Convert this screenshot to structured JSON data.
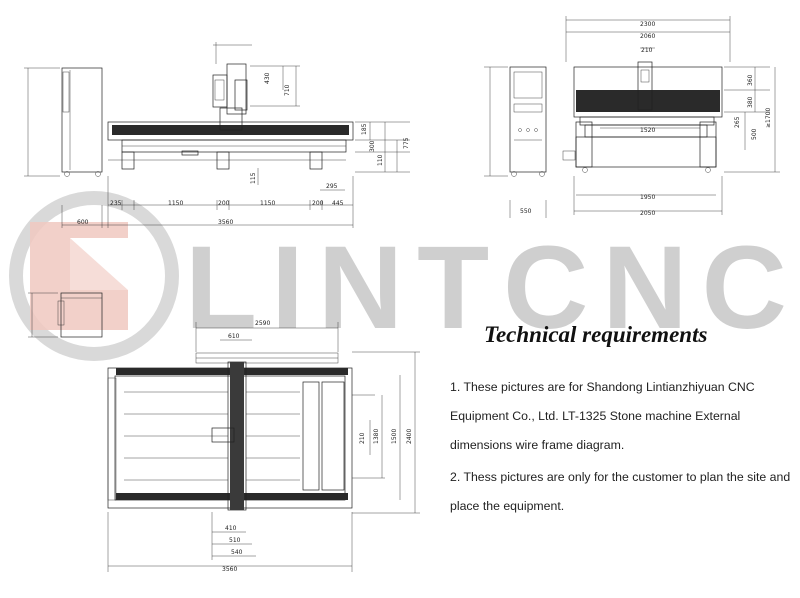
{
  "watermark": {
    "brand_text": "LINTCNC"
  },
  "heading": "Technical requirements",
  "requirements": [
    "1. These pictures are for Shandong Lintianzhiyuan CNC Equipment Co., Ltd. LT-1325 Stone machine External dimensions wire frame diagram.",
    "2. Thess pictures are only for the customer to plan the site and place the equipment."
  ],
  "dims": {
    "front": {
      "d235": "235",
      "d1150a": "1150",
      "d200a": "200",
      "d1150b": "1150",
      "d200b": "200",
      "d445": "445",
      "d3560": "3560",
      "d600": "600",
      "d430": "430",
      "d710": "710",
      "d185": "185",
      "d300": "300",
      "d775": "775",
      "d115": "115",
      "d295": "295",
      "d110": "110"
    },
    "side": {
      "d2300": "2300",
      "d2060": "2060",
      "d210": "210",
      "d360": "360",
      "d380": "380",
      "d1770": "≥1700",
      "d265": "265",
      "d500": "500",
      "d1520": "1520",
      "d1950": "1950",
      "d2050": "2050",
      "d550": "550"
    },
    "top": {
      "d2590": "2590",
      "d610": "610",
      "d210": "210",
      "d1380": "1380",
      "d1500": "1500",
      "d2400": "2400",
      "d410": "410",
      "d510": "510",
      "d540": "540",
      "d3560": "3560"
    }
  },
  "colors": {
    "watermark_text": "#cfcfcf",
    "watermark_logo": "#f0c8c0",
    "line": "#222222"
  }
}
